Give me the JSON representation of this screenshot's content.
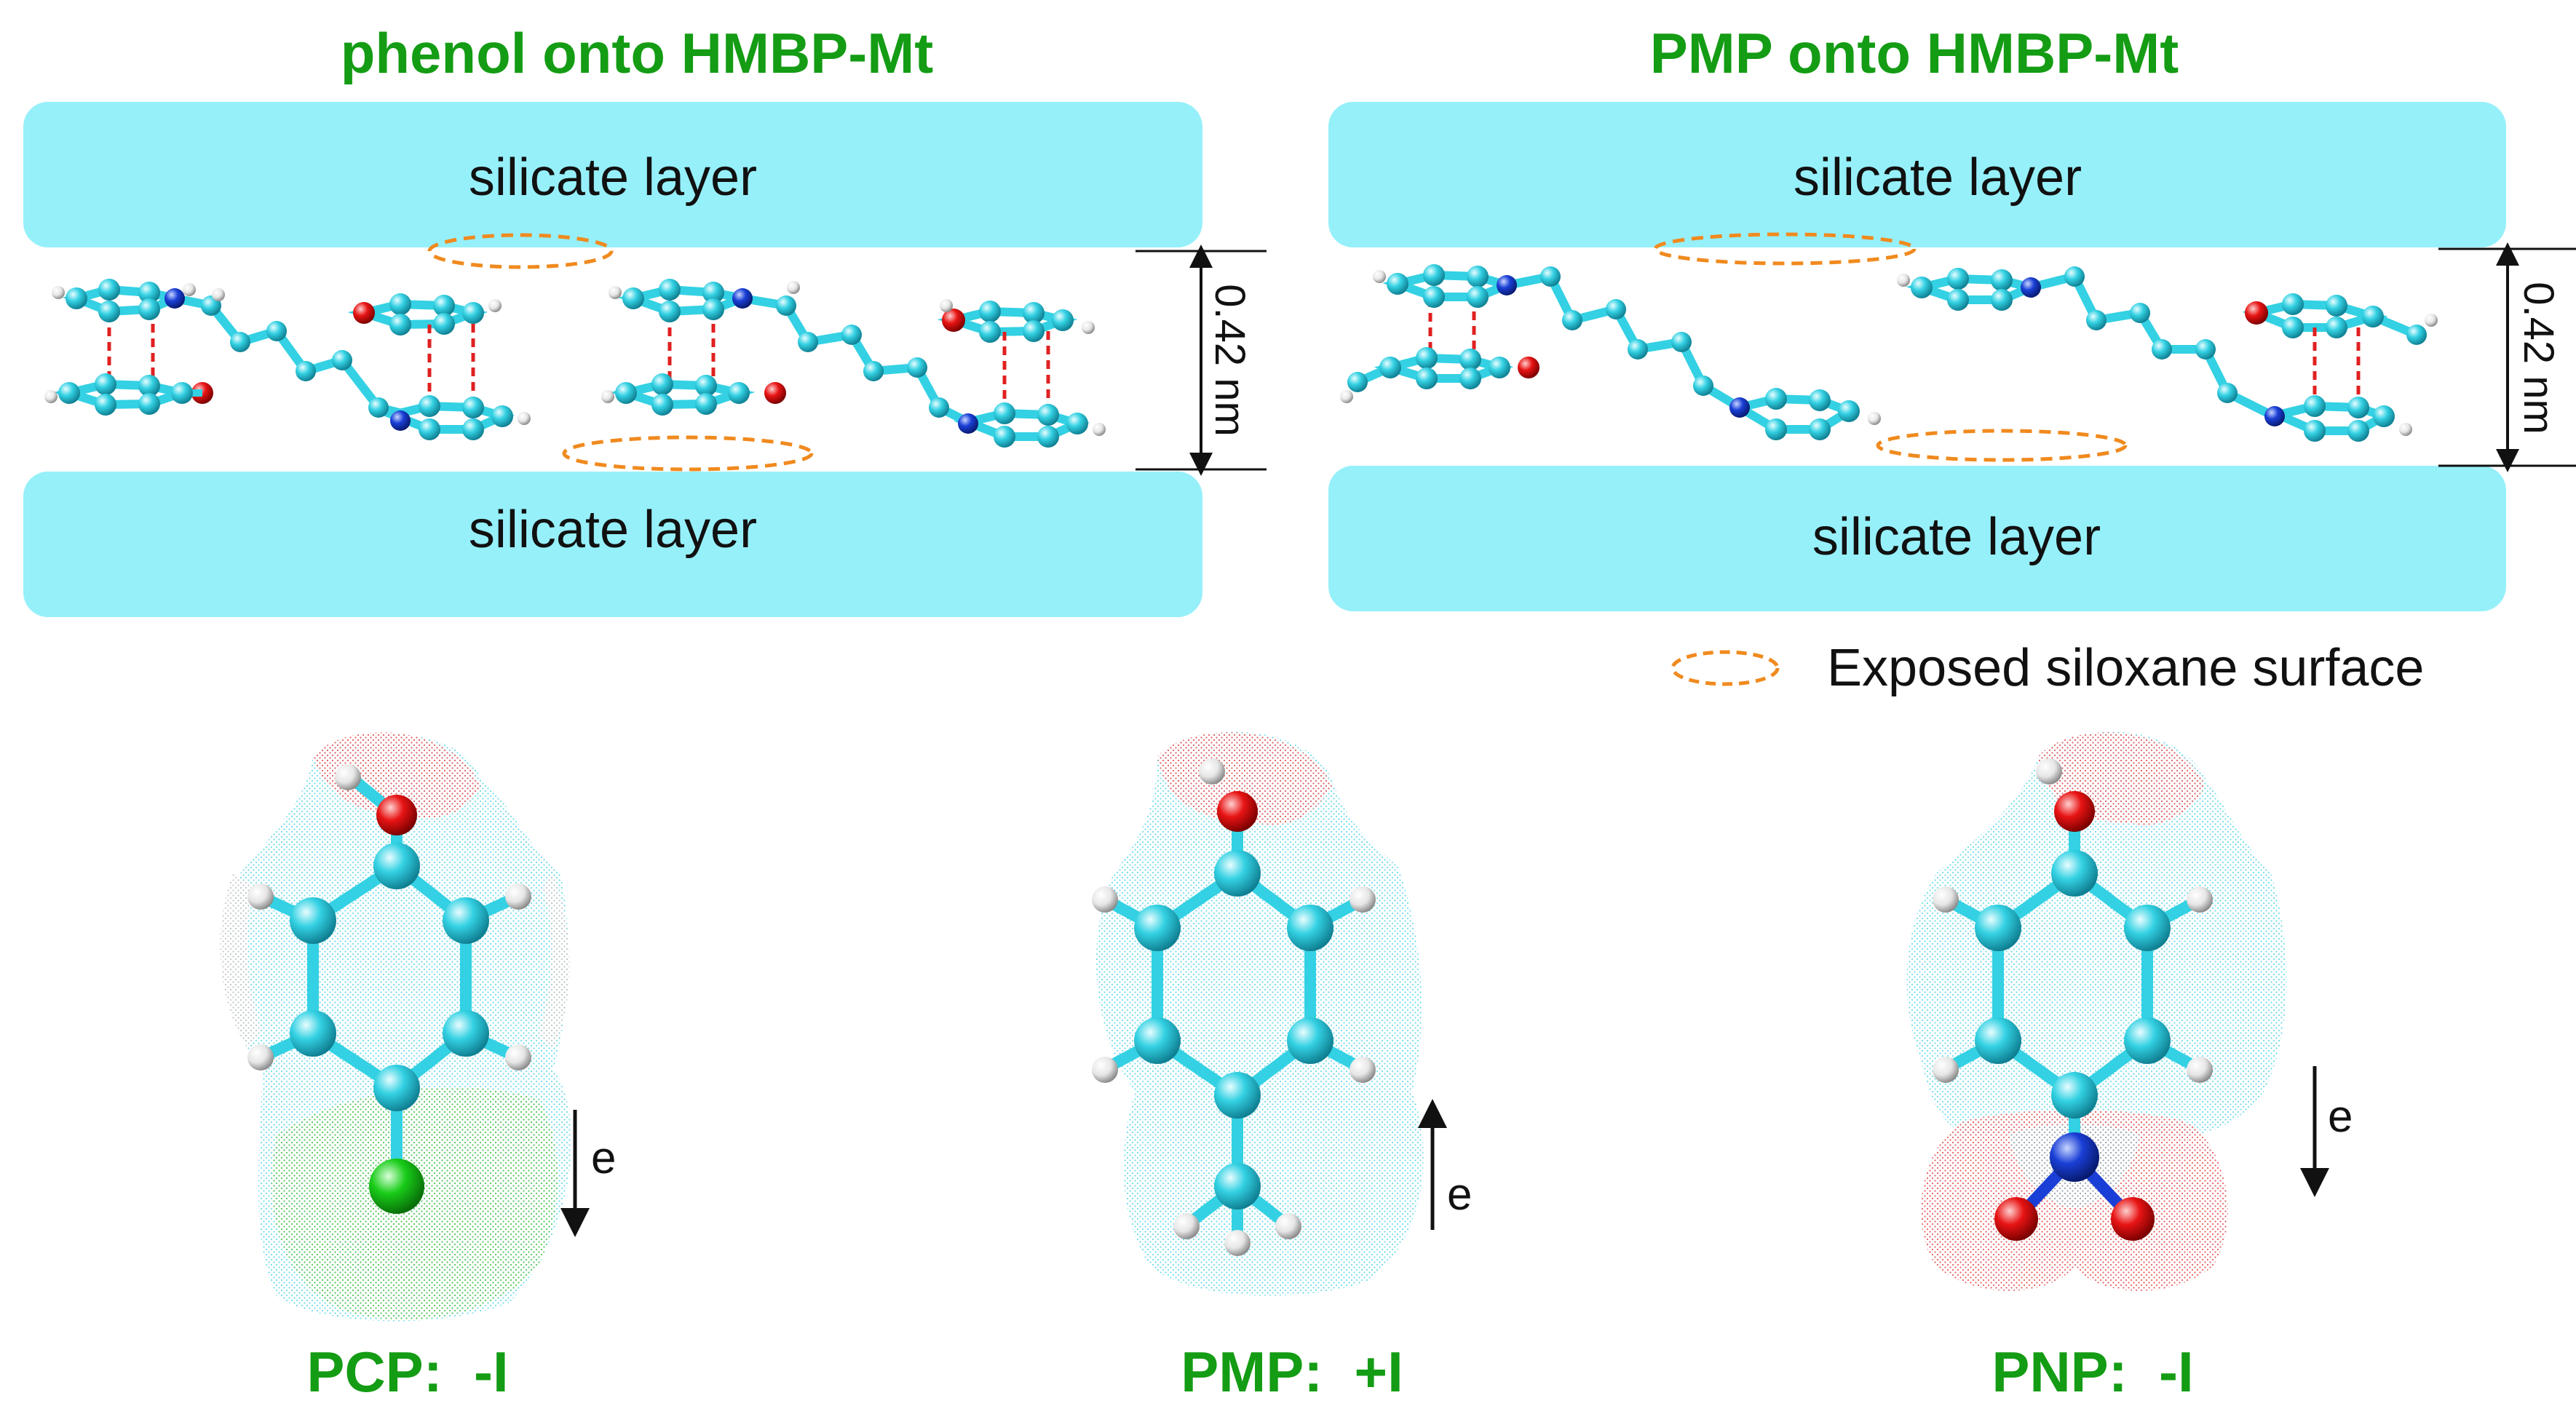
{
  "panel_left": {
    "title": "phenol onto HMBP-Mt",
    "top_layer": "silicate layer",
    "bottom_layer": "silicate layer",
    "spacing": "0.42 nm"
  },
  "panel_right": {
    "title": "PMP onto HMBP-Mt",
    "top_layer": "silicate layer",
    "bottom_layer": "silicate layer",
    "spacing": "0.42 nm"
  },
  "legend": {
    "label": "Exposed siloxane surface"
  },
  "molecules": [
    {
      "label": "PCP:  -I",
      "arrow": "e"
    },
    {
      "label": "PMP:  +I",
      "arrow": "e"
    },
    {
      "label": "PNP:  -I",
      "arrow": "e"
    }
  ],
  "colors": {
    "title_green": "#149c14",
    "layer_fill": "#96f0fa",
    "carbon": "#33d1e3",
    "oxygen": "#e81414",
    "nitrogen": "#1a3fd6",
    "chlorine": "#19cc19",
    "hydrogen": "#f0f0f0",
    "siloxane_ellipse": "#f08a1e",
    "pi_stack_line": "#e02020"
  }
}
